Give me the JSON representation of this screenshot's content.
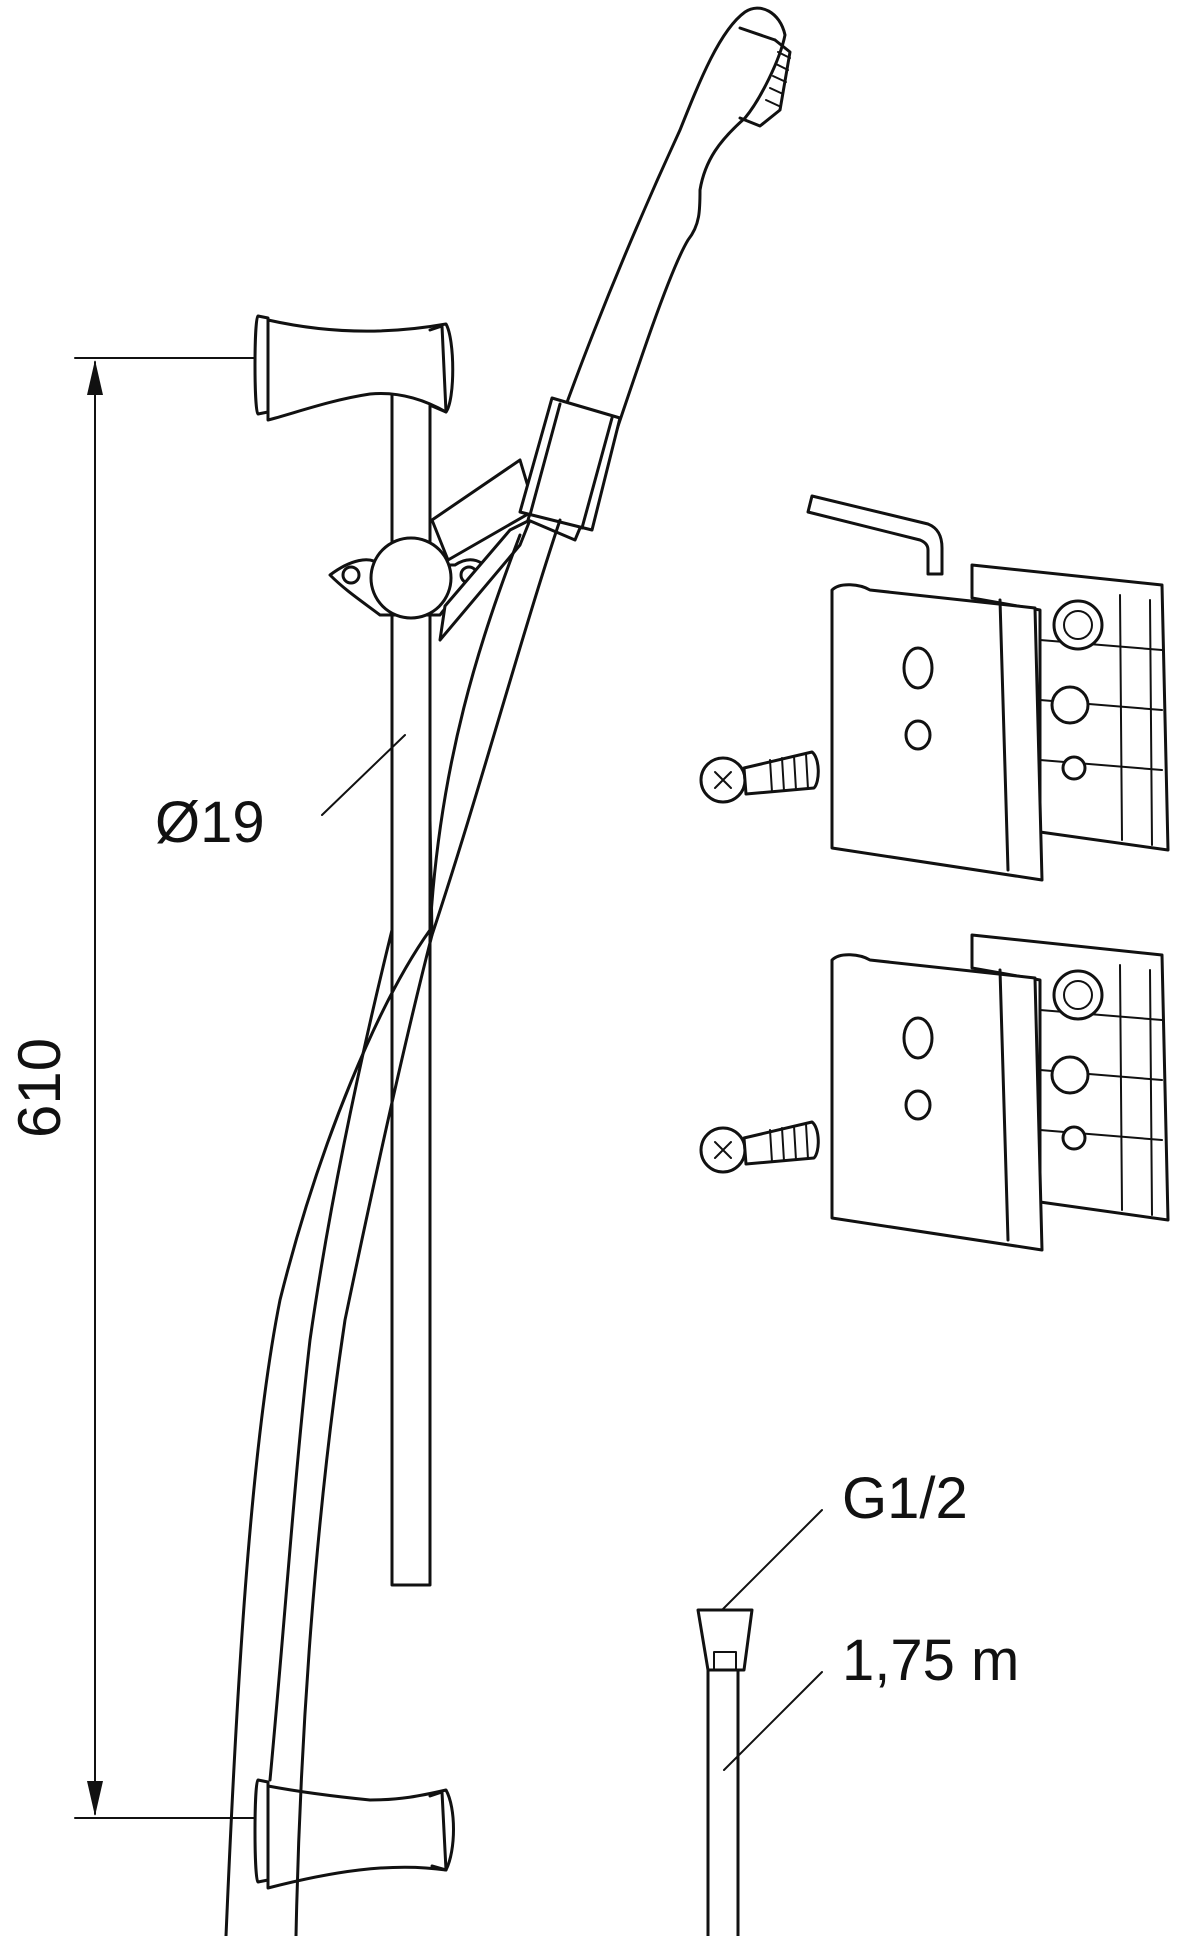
{
  "labels": {
    "diameter": "Ø19",
    "height": "610",
    "thread": "G1/2",
    "hose_length": "1,75 m"
  },
  "colors": {
    "line": "#111111",
    "background": "#ffffff"
  }
}
